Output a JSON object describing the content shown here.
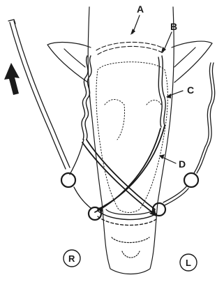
{
  "diagram": {
    "labels": {
      "a": "A",
      "b": "B",
      "c": "C",
      "d": "D"
    },
    "sides": {
      "right": "R",
      "left": "L"
    },
    "icons": {
      "direction_arrow": "up-left-arrow-icon"
    },
    "colors": {
      "line": "#1a1a1a",
      "background": "#ffffff"
    }
  }
}
